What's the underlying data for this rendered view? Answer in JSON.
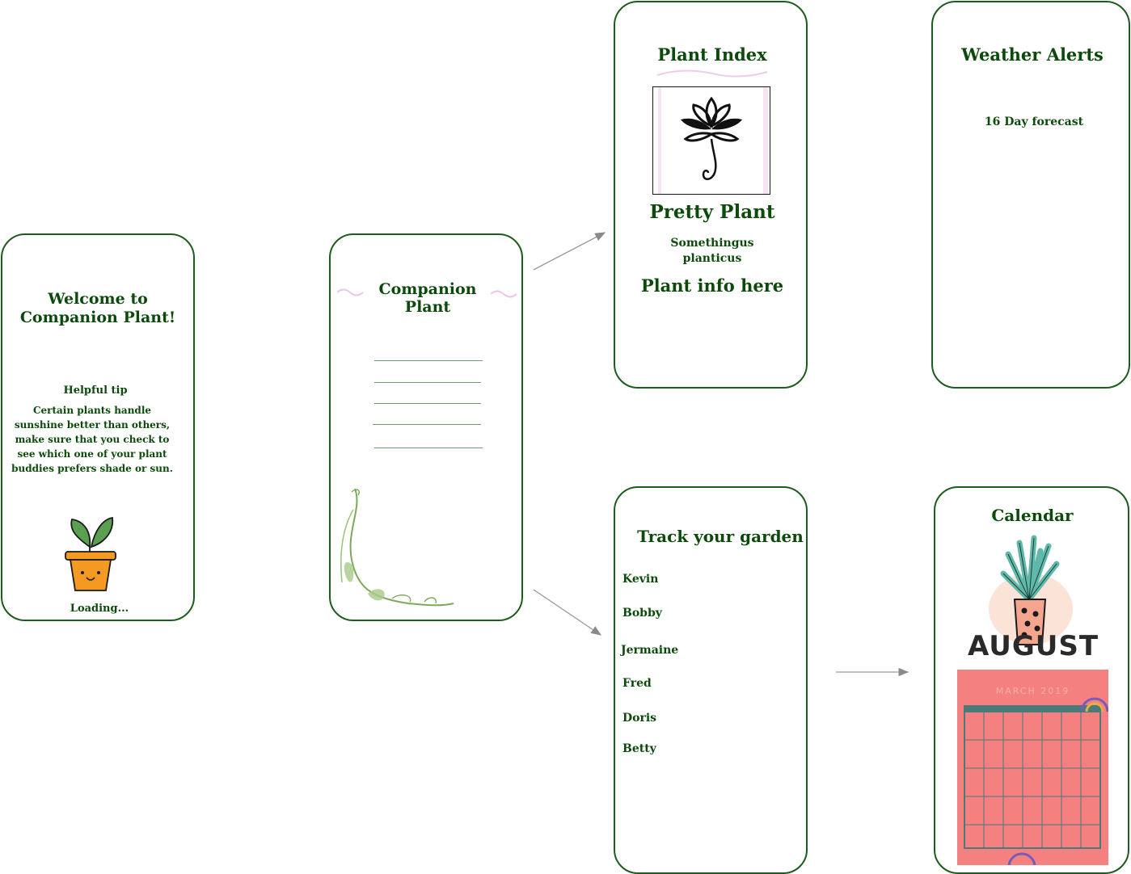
{
  "welcome": {
    "title": "Welcome to Companion Plant!",
    "tip_heading": "Helpful tip",
    "tip_body": "Certain plants handle sunshine better than others, make sure that you check to see which one of your plant buddies prefers shade or sun.",
    "loading": "Loading..."
  },
  "menu": {
    "title": "Companion Plant"
  },
  "plant_index": {
    "title": "Plant Index",
    "plant_name": "Pretty Plant",
    "scientific_name_line1": "Somethingus",
    "scientific_name_line2": "planticus",
    "info": "Plant info here"
  },
  "weather": {
    "title": "Weather Alerts",
    "forecast": "16 Day forecast"
  },
  "garden": {
    "title": "Track your garden",
    "items": [
      "Kevin",
      "Bobby",
      "Jermaine",
      "Fred",
      "Doris",
      "Betty"
    ]
  },
  "calendar": {
    "title": "Calendar",
    "month_label": "AUGUST",
    "calendar_title": "MARCH 2019"
  },
  "colors": {
    "dark_green": "#0b4a0b",
    "border_green": "#1c5c1c",
    "calendar_pink": "#f58080",
    "pot_orange": "#f49a22"
  }
}
